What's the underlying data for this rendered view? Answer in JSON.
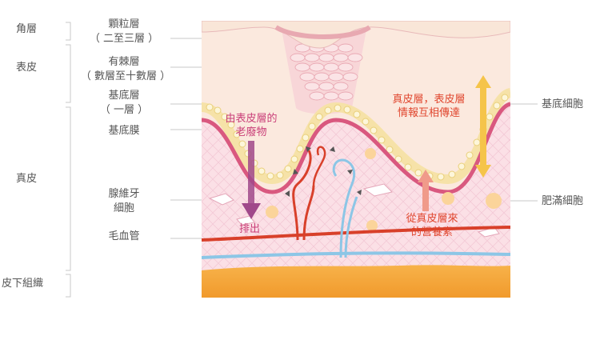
{
  "layers": {
    "horny": "角層",
    "epidermis": "表皮",
    "dermis": "真皮",
    "subcutaneous": "皮下組織"
  },
  "left_labels": {
    "granular_1": "顆粒層",
    "granular_2": "（ 二至三層 ）",
    "spinous_1": "有棘層",
    "spinous_2": "（ 數層至十數層 ）",
    "basal_1": "基底層",
    "basal_2": "（ 一層 ）",
    "membrane": "基底膜",
    "fibroblast_1": "腺維牙",
    "fibroblast_2": "細胞",
    "capillary": "毛血管"
  },
  "right_labels": {
    "basal_cell": "基底細胞",
    "mast_cell": "肥滿細胞"
  },
  "annotations": {
    "waste_1": "由表皮層的",
    "waste_2": "老廢物",
    "excrete": "排出",
    "info_1": "真皮層，表皮層",
    "info_2": "情報互相傳達",
    "nutr_1": "從真皮層來",
    "nutr_2": "的營養素"
  },
  "colors": {
    "annotation_pink": "#c93e78",
    "annotation_red": "#e0462e",
    "vessel_red": "#d8402a",
    "vessel_blue": "#8cc6e6",
    "fat": "#f2a030"
  }
}
